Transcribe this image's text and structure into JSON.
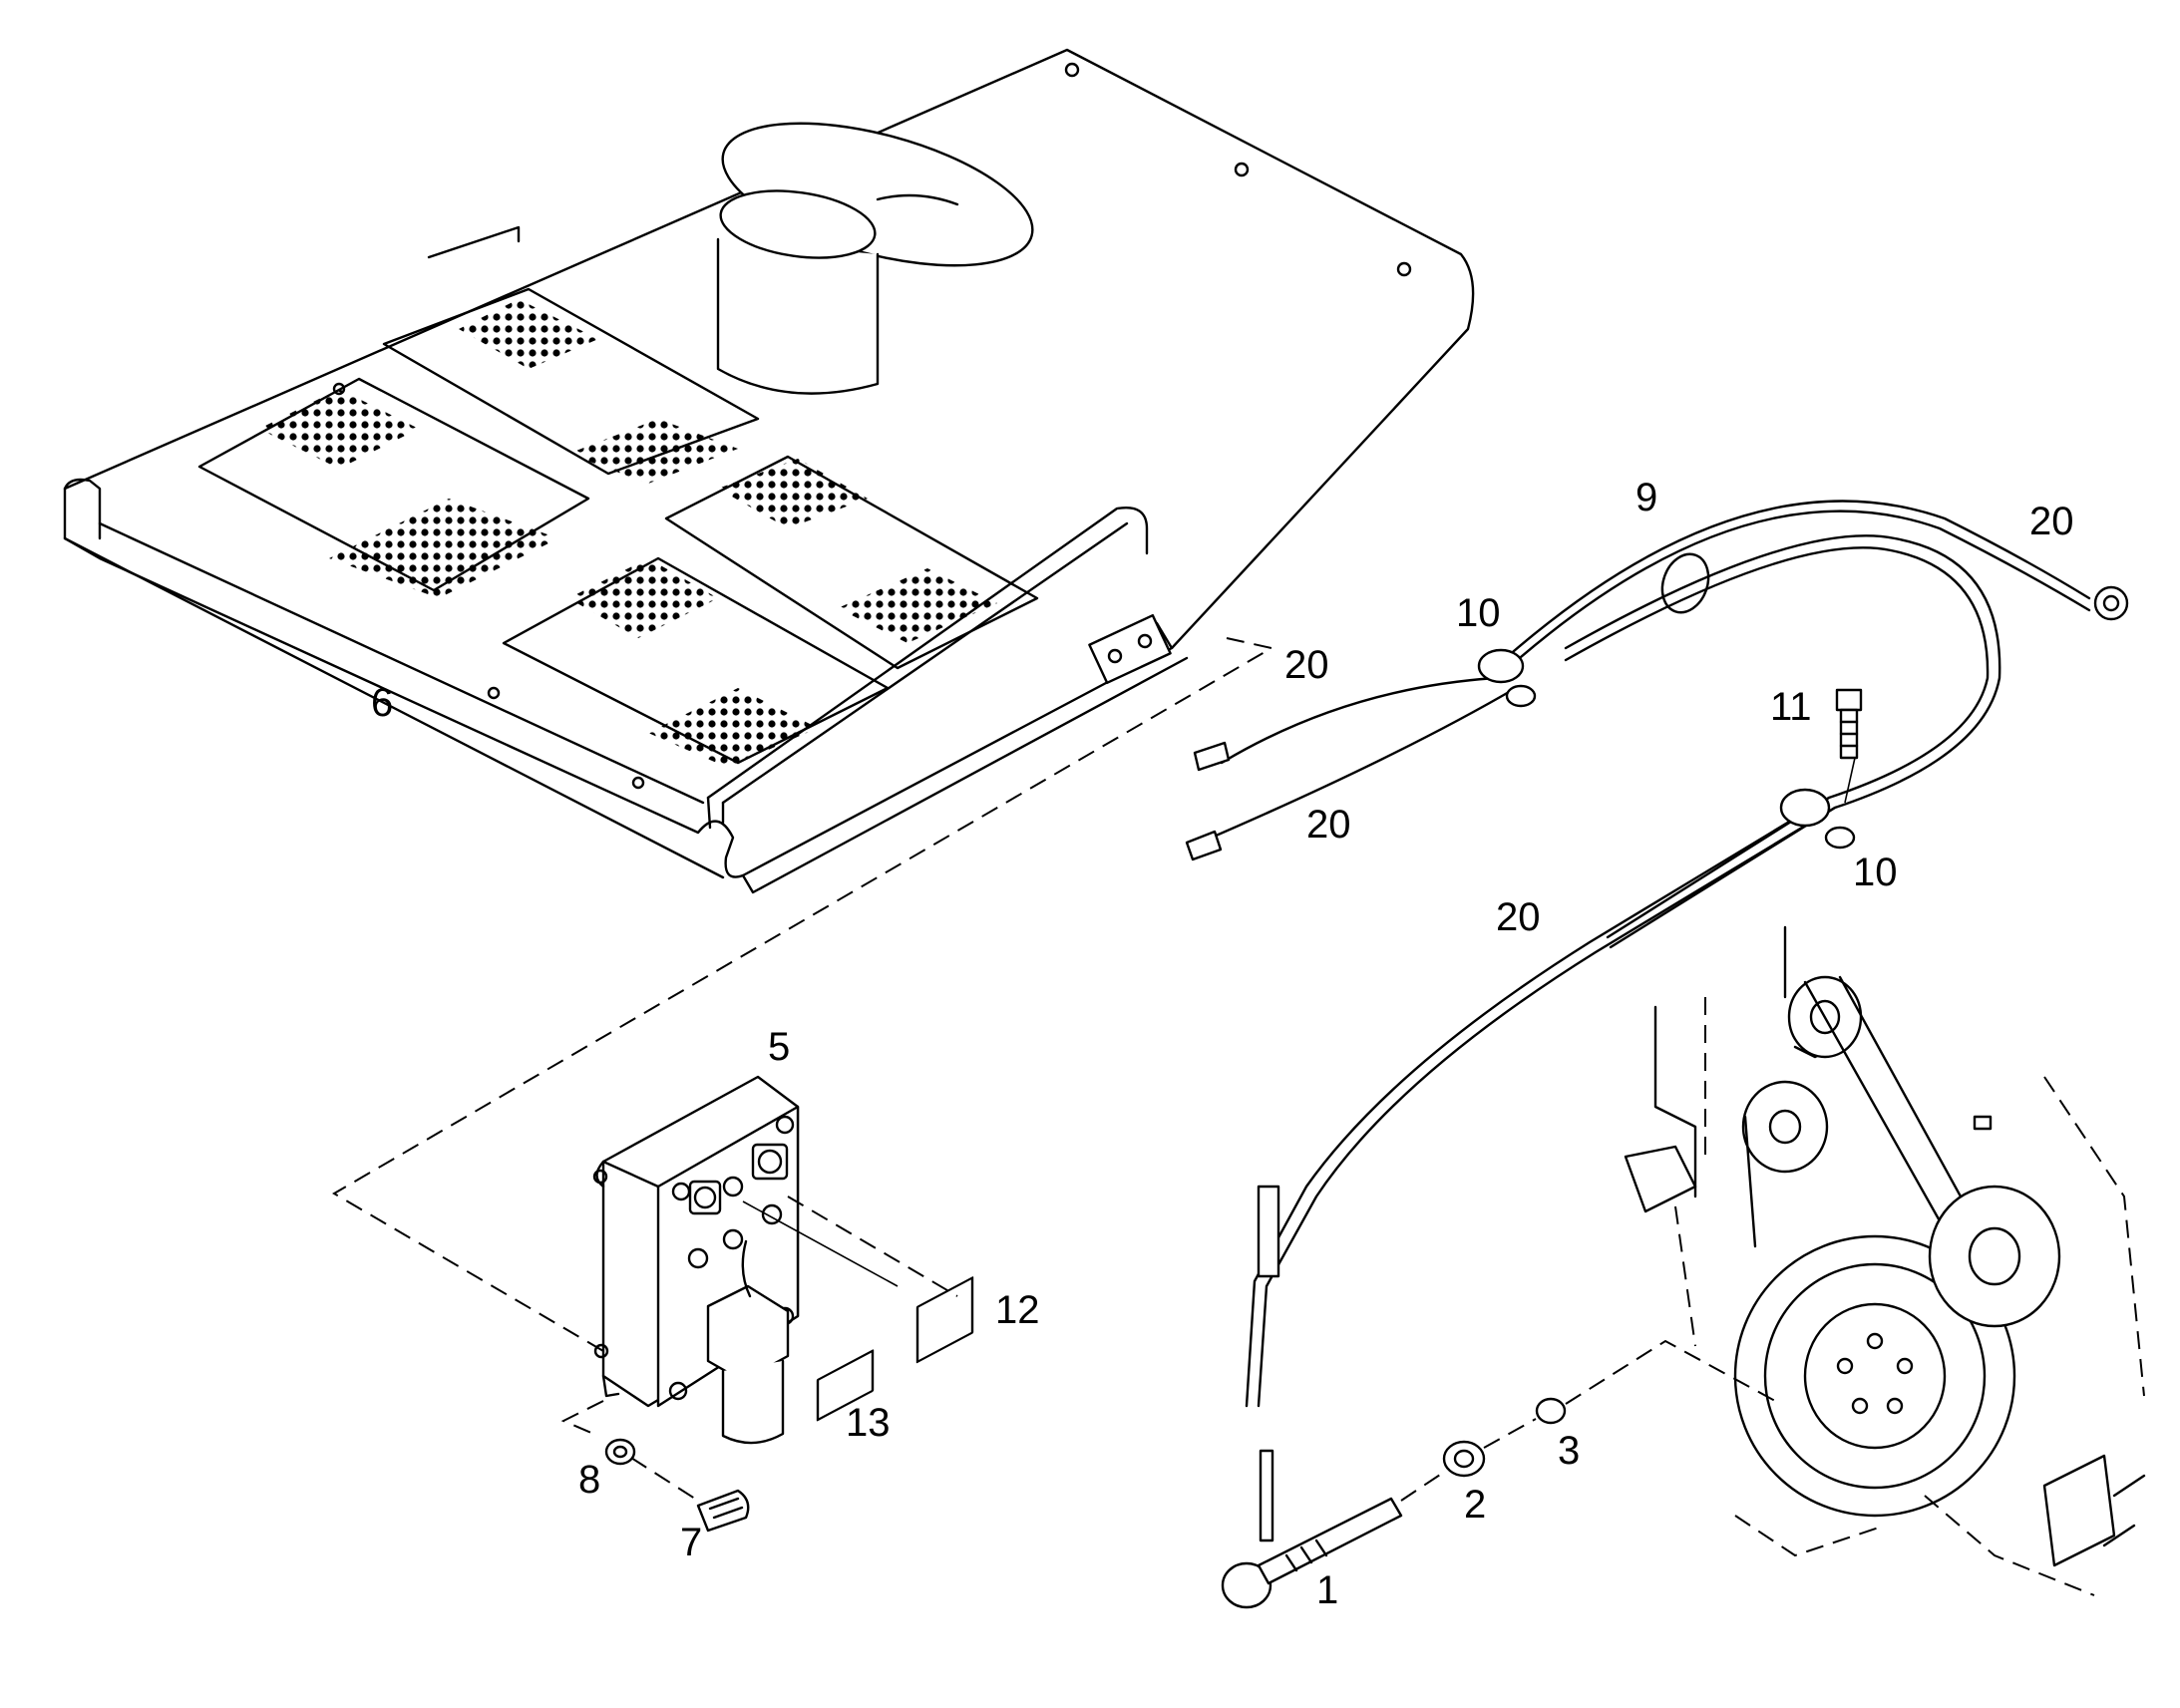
{
  "callouts": {
    "c1": "1",
    "c2": "2",
    "c3": "3",
    "c5": "5",
    "c6": "6",
    "c7": "7",
    "c8": "8",
    "c9": "9",
    "c10a": "10",
    "c10b": "10",
    "c11": "11",
    "c12": "12",
    "c13": "13",
    "c20a": "20",
    "c20b": "20",
    "c20c": "20",
    "c20d": "20"
  }
}
